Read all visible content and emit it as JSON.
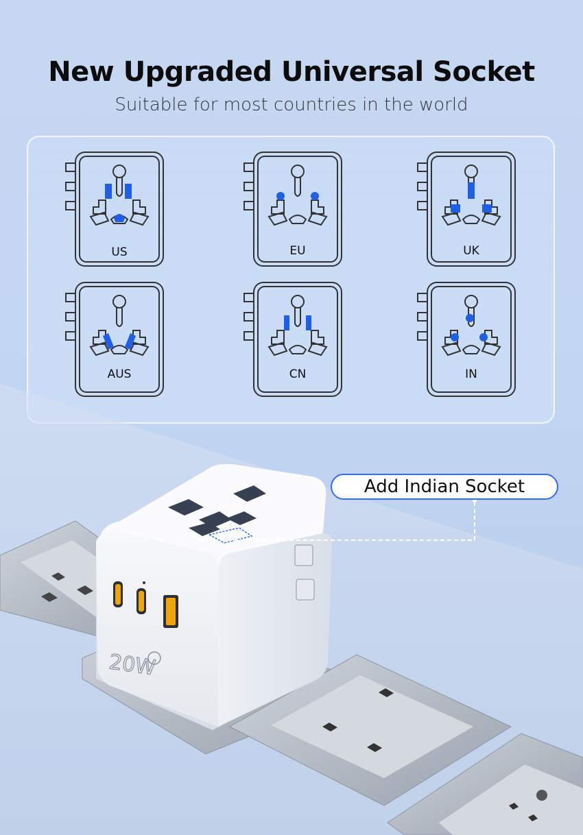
{
  "header": {
    "title": "New Upgraded Universal Socket",
    "subtitle": "Suitable for most countries in the world"
  },
  "sockets": [
    {
      "label": "US"
    },
    {
      "label": "EU"
    },
    {
      "label": "UK"
    },
    {
      "label": "AUS"
    },
    {
      "label": "CN"
    },
    {
      "label": "IN"
    }
  ],
  "product": {
    "power_label": "20W"
  },
  "callout": {
    "label": "Add Indian Socket"
  },
  "colors": {
    "accent": "#2f6bff",
    "pin_highlight": "#1f5ee8"
  }
}
